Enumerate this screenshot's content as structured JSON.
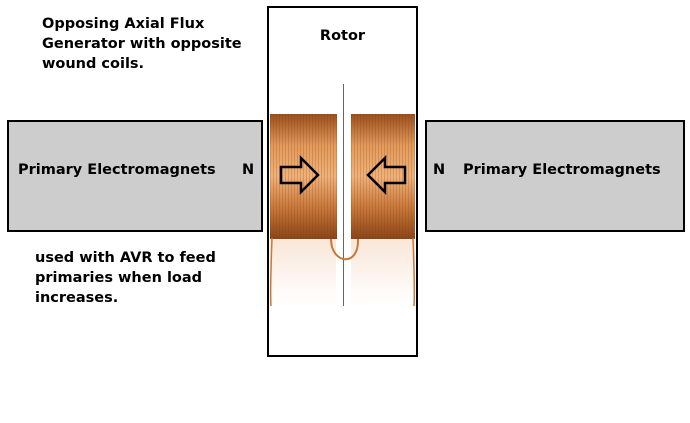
{
  "title": "Opposing Axial Flux Generator with opposite wound coils.",
  "note": "used with AVR to feed primaries when load increases.",
  "rotor": {
    "label": "Rotor"
  },
  "left_magnet": {
    "label": "Primary Electromagnets",
    "pole": "N"
  },
  "right_magnet": {
    "label": "Primary Electromagnets",
    "pole": "N"
  },
  "colors": {
    "magnet_fill": "#cdcdcd",
    "coil_copper": "#c9783a",
    "coil_dark": "#9a4f1e",
    "coil_highlight": "#f0b27a"
  },
  "icons": [
    "arrow-right-icon",
    "arrow-left-icon"
  ]
}
